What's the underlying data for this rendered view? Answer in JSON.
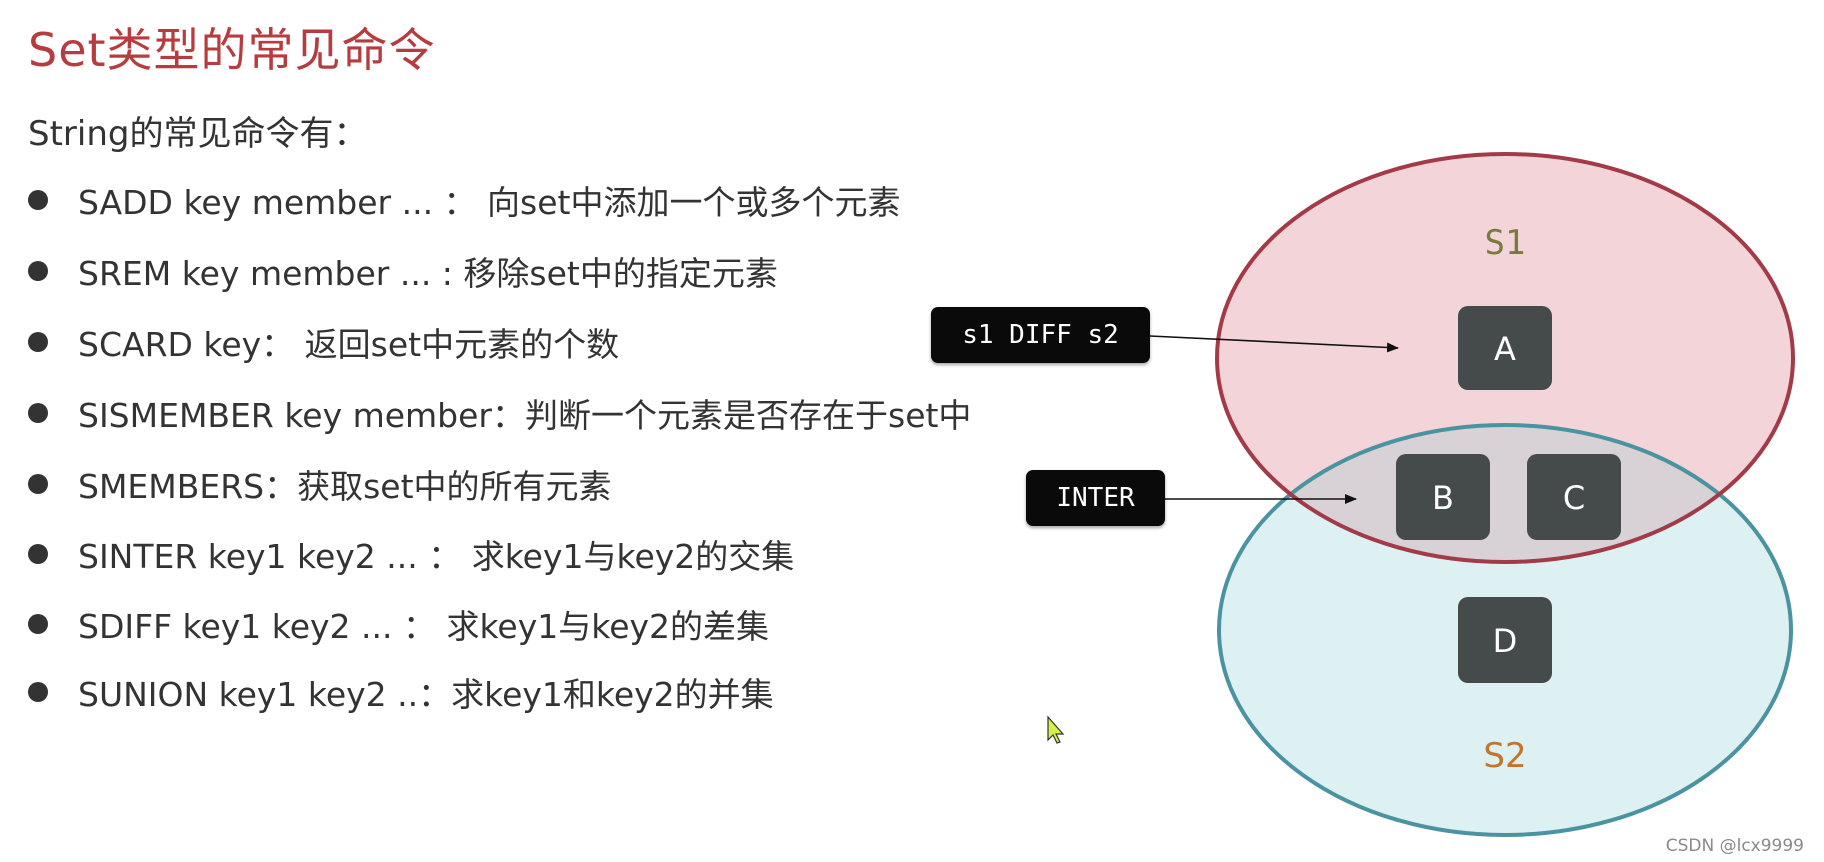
{
  "title": "Set类型的常见命令",
  "subtitle": "String的常见命令有：",
  "commands": [
    "SADD key member ... ： 向set中添加一个或多个元素",
    "SREM key member ... : 移除set中的指定元素",
    "SCARD key：  返回set中元素的个数",
    "SISMEMBER key member：判断一个元素是否存在于set中",
    "SMEMBERS：获取set中的所有元素",
    "SINTER key1 key2 ... ： 求key1与key2的交集",
    "SDIFF key1 key2 ... ： 求key1与key2的差集",
    "SUNION key1 key2 ..：求key1和key2的并集"
  ],
  "diagram": {
    "set1": {
      "label": "S1",
      "color": "#a33a48",
      "fill": "#f3d5d9"
    },
    "set2": {
      "label": "S2",
      "color": "#4a93a0",
      "fill": "#ddf0f2"
    },
    "elements": [
      "A",
      "B",
      "C",
      "D"
    ],
    "diff_label": "s1 DIFF s2",
    "inter_label": "INTER"
  },
  "watermark": "CSDN @lcx9999"
}
